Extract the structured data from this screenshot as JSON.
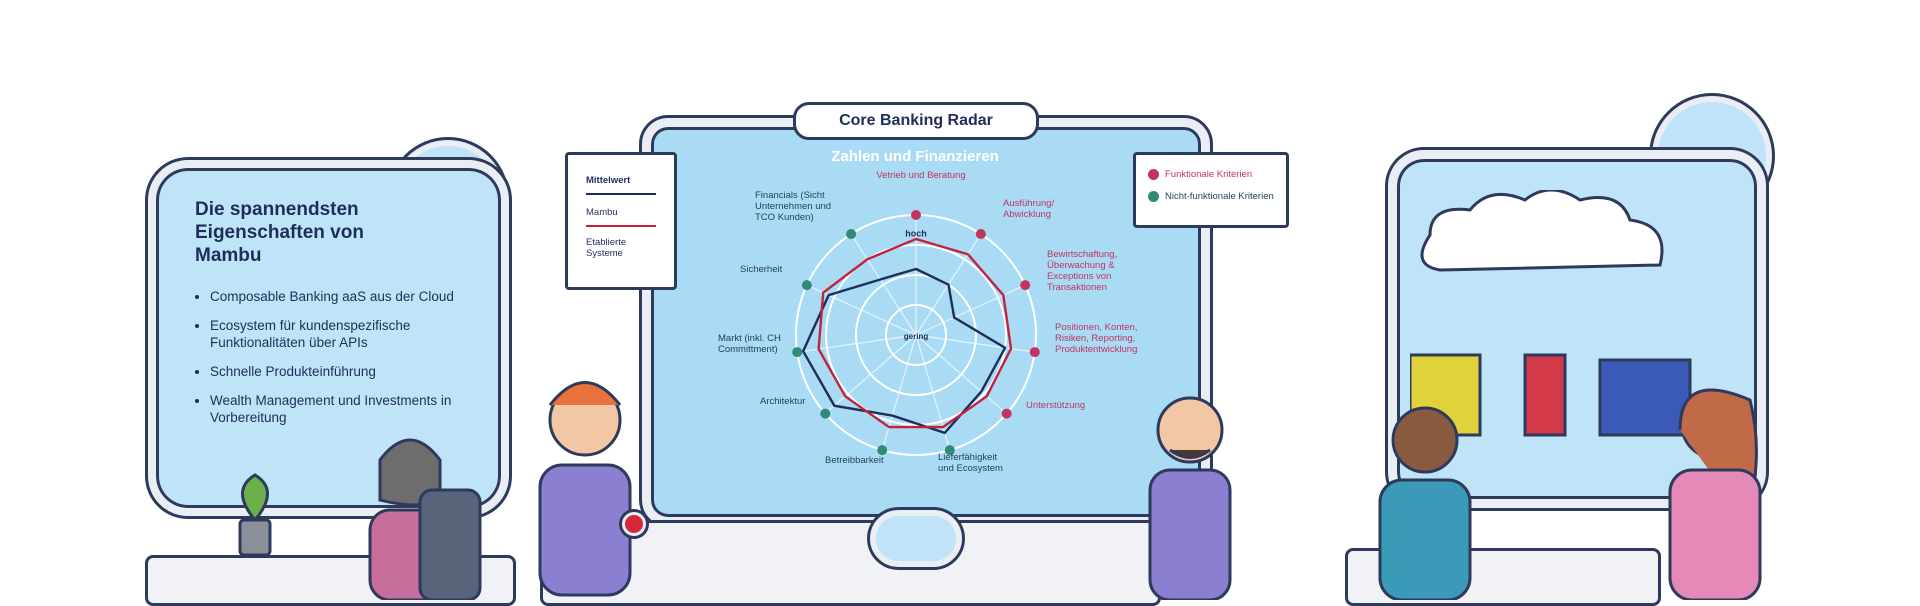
{
  "left_panel": {
    "title": "Die spannendsten Eigenschaften von Mambu",
    "items": [
      "Composable Banking aaS aus der Cloud",
      "Ecosystem für kundenspezifische Funktionalitäten über APIs",
      "Schnelle Produkteinführung",
      "Wealth Management und Investments in Vorbereitung"
    ]
  },
  "radar": {
    "title": "Core Banking Radar",
    "subtitle": "Zahlen und Finanzieren",
    "center_high": "hoch",
    "center_low": "gering",
    "legend_left": {
      "header": "Mittelwert",
      "series1": "Mambu",
      "series2": "Etablierte Systeme"
    },
    "legend_right": {
      "functional": "Funktionale Kriterien",
      "nonfunctional": "Nicht-funktionale Kriterien"
    },
    "axes": [
      {
        "label": "Vetrieb und Beratung",
        "type": "functional"
      },
      {
        "label": "Ausführung/ Abwicklung",
        "type": "functional"
      },
      {
        "label": "Bewirtschaftung, Überwachung & Exceptions von Transaktionen",
        "type": "functional"
      },
      {
        "label": "Positionen, Konten, Risiken, Reporting, Produktentwicklung",
        "type": "functional"
      },
      {
        "label": "Unterstützung",
        "type": "functional"
      },
      {
        "label": "Lieferfähigkeit und Ecosystem",
        "type": "nonfunctional"
      },
      {
        "label": "Betreibbarkeit",
        "type": "nonfunctional"
      },
      {
        "label": "Architektur",
        "type": "nonfunctional"
      },
      {
        "label": "Markt (inkl. CH Committment)",
        "type": "nonfunctional"
      },
      {
        "label": "Sicherheit",
        "type": "nonfunctional"
      },
      {
        "label": "Financials (Sicht Unternehmen und TCO Kunden)",
        "type": "nonfunctional"
      }
    ],
    "colors": {
      "functional": "#c2345f",
      "nonfunctional": "#2f8a78",
      "mambu": "#1f2d5a",
      "established": "#c2223b"
    }
  },
  "chart_data": {
    "type": "radar",
    "title": "Core Banking Radar",
    "subtitle": "Zahlen und Finanzieren",
    "categories": [
      "Vetrieb und Beratung",
      "Ausführung/ Abwicklung",
      "Bewirtschaftung, Überwachung & Exceptions von Transaktionen",
      "Positionen, Konten, Risiken, Reporting, Produktentwicklung",
      "Unterstützung",
      "Lieferfähigkeit und Ecosystem",
      "Betreibbarkeit",
      "Architektur",
      "Markt (inkl. CH Committment)",
      "Sicherheit",
      "Financials (Sicht Unternehmen und TCO Kunden)"
    ],
    "series": [
      {
        "name": "Mambu",
        "values": [
          0.55,
          0.5,
          0.35,
          0.75,
          0.72,
          0.85,
          0.7,
          0.9,
          0.95,
          0.8,
          0.55
        ]
      },
      {
        "name": "Etablierte Systeme",
        "values": [
          0.8,
          0.8,
          0.8,
          0.8,
          0.78,
          0.8,
          0.8,
          0.78,
          0.82,
          0.85,
          0.75
        ]
      }
    ],
    "rlim": [
      0,
      1
    ],
    "legend": "top-left"
  }
}
